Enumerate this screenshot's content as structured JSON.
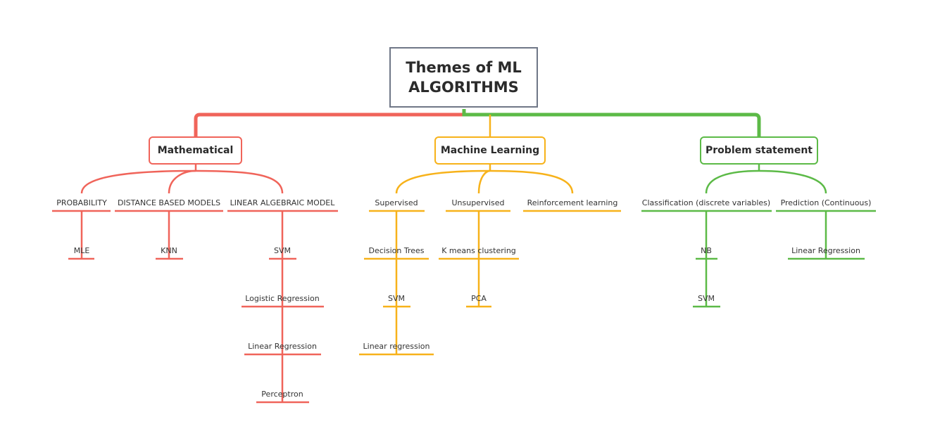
{
  "root": {
    "title": "Themes of ML ALGORITHMS"
  },
  "colors": {
    "mathematical": "#f0645a",
    "machine_learning": "#f7b21a",
    "problem_statement": "#5cba47",
    "root_border": "#6f7787"
  },
  "branches": {
    "mathematical": {
      "label": "Mathematical",
      "children": {
        "probability": {
          "label": "PROBABILITY",
          "items": [
            "MLE"
          ]
        },
        "distance": {
          "label": "DISTANCE BASED MODELS",
          "items": [
            "KNN"
          ]
        },
        "linear_algebraic": {
          "label": "LINEAR ALGEBRAIC MODEL",
          "items": [
            "SVM",
            "Logistic Regression",
            "Linear Regression",
            "Perceptron"
          ]
        }
      }
    },
    "machine_learning": {
      "label": "Machine Learning",
      "children": {
        "supervised": {
          "label": "Supervised",
          "items": [
            "Decision Trees",
            "SVM",
            "Linear regression"
          ]
        },
        "unsupervised": {
          "label": "Unsupervised",
          "items": [
            "K means clustering",
            "PCA"
          ]
        },
        "reinforcement": {
          "label": "Reinforcement learning",
          "items": []
        }
      }
    },
    "problem_statement": {
      "label": "Problem statement",
      "children": {
        "classification": {
          "label": "Classification (discrete variables)",
          "items": [
            "NB",
            "SVM"
          ]
        },
        "prediction": {
          "label": "Prediction (Continuous)",
          "items": [
            "Linear Regression"
          ]
        }
      }
    }
  }
}
